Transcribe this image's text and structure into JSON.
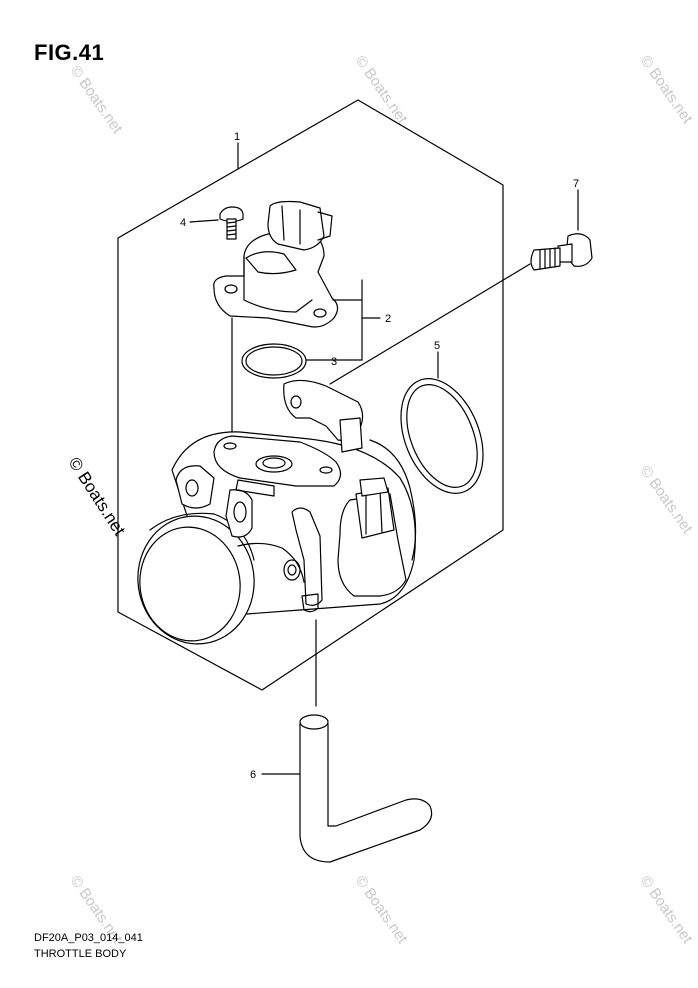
{
  "figure_title": "FIG.41",
  "diagram_code": "DF20A_P03_014_041",
  "diagram_name": "THROTTLE BODY",
  "watermark_text": "© Boats.net",
  "callouts": {
    "c1": "1",
    "c2": "2",
    "c3": "3",
    "c4": "4",
    "c5": "5",
    "c6": "6",
    "c7": "7"
  },
  "colors": {
    "line": "#000000",
    "watermark": "#c8c8c8",
    "background": "#ffffff"
  }
}
